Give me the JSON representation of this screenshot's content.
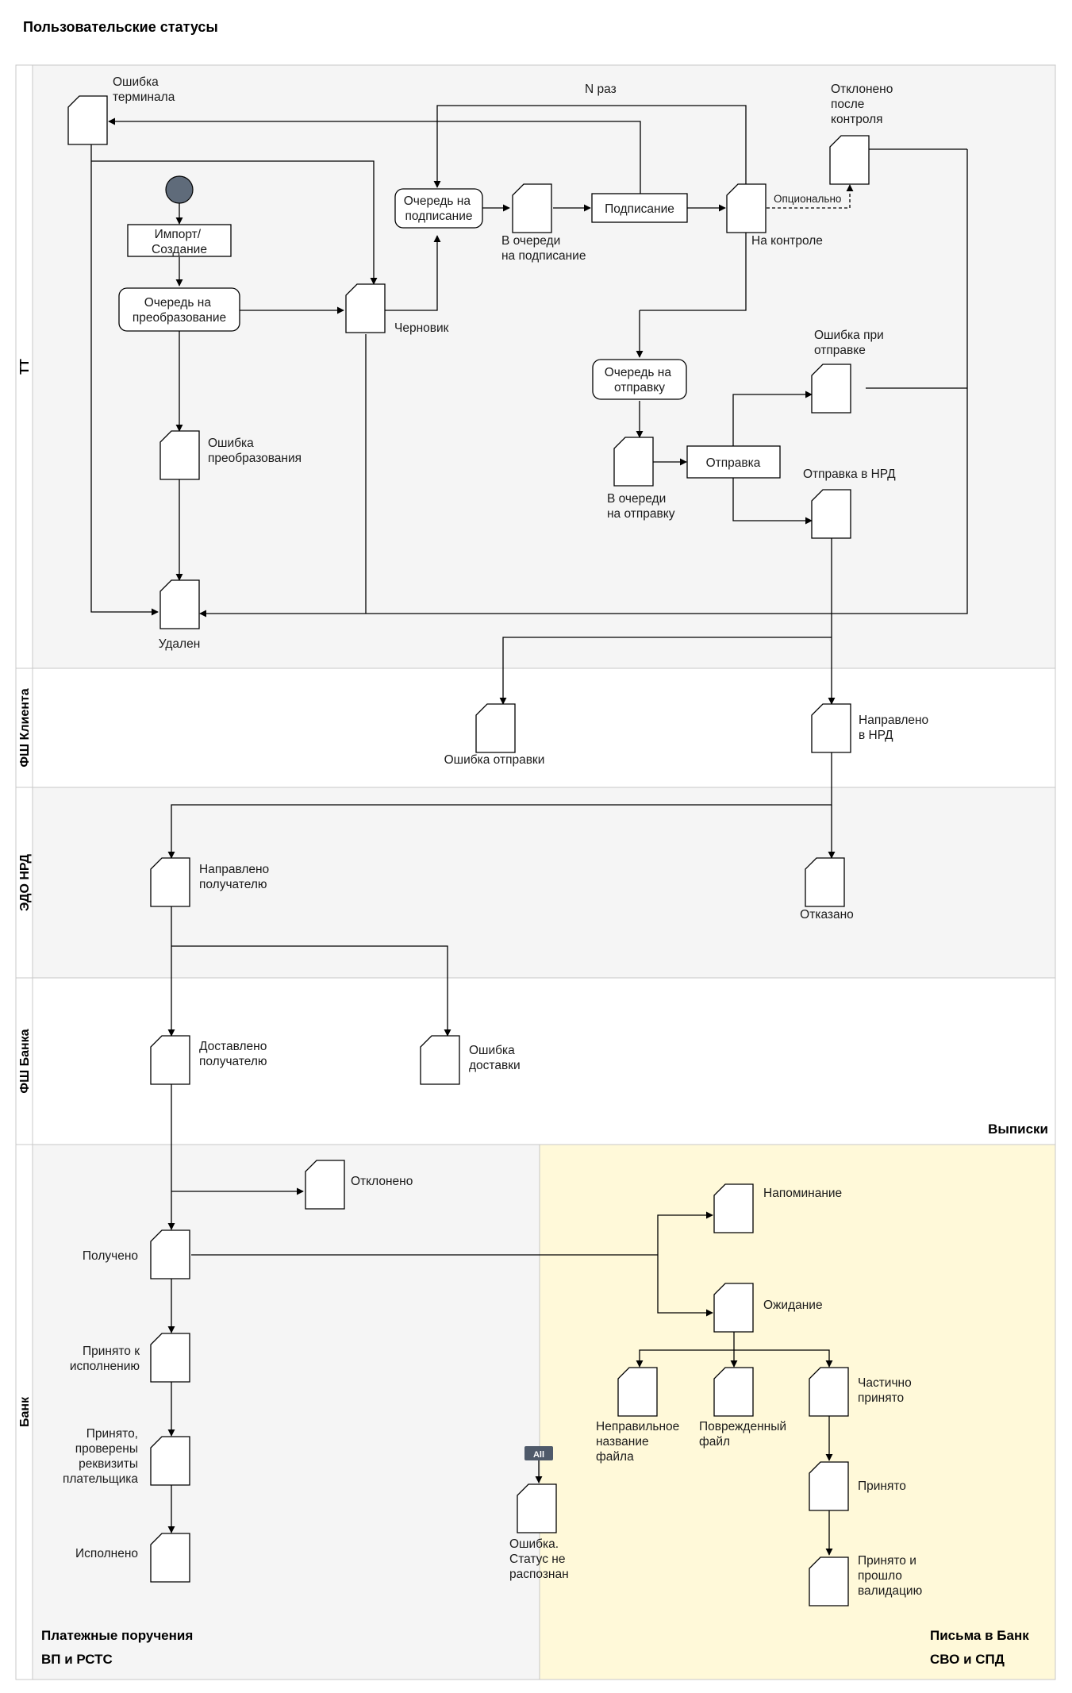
{
  "title": "Пользовательские статусы",
  "lanes": {
    "tt": "ТТ",
    "fsh_client": "ФШ Клиента",
    "edo_nrd": "ЭДО НРД",
    "fsh_bank": "ФШ Банка",
    "bank": "Банк"
  },
  "regions": {
    "statements": "Выписки",
    "payments_line1": "Платежные поручения",
    "payments_line2": "ВП и РСТС",
    "letters_line1": "Письма в Банк",
    "letters_line2": "СВО и СПД"
  },
  "start_node": "start",
  "processes": {
    "import": [
      "Импорт/",
      "Создание"
    ],
    "queue_convert": [
      "Очередь на",
      "преобразование"
    ],
    "queue_sign": [
      "Очередь на",
      "подписание"
    ],
    "signing": [
      "Подписание"
    ],
    "queue_send": [
      "Очередь на",
      "отправку"
    ],
    "sending": [
      "Отправка"
    ]
  },
  "statuses": {
    "terminal_error": [
      "Ошибка",
      "терминала"
    ],
    "convert_error": [
      "Ошибка",
      "преобразования"
    ],
    "deleted": [
      "Удален"
    ],
    "draft": [
      "Черновик"
    ],
    "in_sign_queue": [
      "В очереди",
      "на подписание"
    ],
    "on_control": [
      "На контроле"
    ],
    "rejected_after_control": [
      "Отклонено",
      "после",
      "контроля"
    ],
    "send_error_tt": [
      "Ошибка при",
      "отправке"
    ],
    "in_send_queue": [
      "В очереди",
      "на отправку"
    ],
    "sending_nrd": [
      "Отправка в НРД"
    ],
    "send_error": [
      "Ошибка отправки"
    ],
    "sent_nrd": [
      "Направлено",
      "в НРД"
    ],
    "sent_recipient": [
      "Направлено",
      "получателю"
    ],
    "refused": [
      "Отказано"
    ],
    "delivered": [
      "Доставлено",
      "получателю"
    ],
    "delivery_error": [
      "Ошибка",
      "доставки"
    ],
    "declined": [
      "Отклонено"
    ],
    "received": [
      "Получено"
    ],
    "accepted_exec": [
      "Принято к",
      "исполнению"
    ],
    "accepted_checked": [
      "Принято,",
      "проверены",
      "реквизиты",
      "плательщика"
    ],
    "executed": [
      "Исполнено"
    ],
    "reminder": [
      "Напоминание"
    ],
    "waiting": [
      "Ожидание"
    ],
    "wrong_filename": [
      "Неправильное",
      "название",
      "файла"
    ],
    "damaged_file": [
      "Поврежденный",
      "файл"
    ],
    "partially_accepted": [
      "Частично",
      "принято"
    ],
    "accepted": [
      "Принято"
    ],
    "accepted_validated": [
      "Принято и",
      "прошло",
      "валидацию"
    ],
    "unknown_status": [
      "Ошибка.",
      "Статус не",
      "распознан"
    ]
  },
  "edge_labels": {
    "n_times": "N раз",
    "optional": "Опционально",
    "all_badge": "All"
  },
  "colors": {
    "lane_gray": "#f5f5f5",
    "lane_white": "#ffffff",
    "letters_yellow": "#fff9d9",
    "start_fill": "#5f6b7a",
    "badge_fill": "#4f5a6a",
    "border": "#c8c8c8"
  }
}
